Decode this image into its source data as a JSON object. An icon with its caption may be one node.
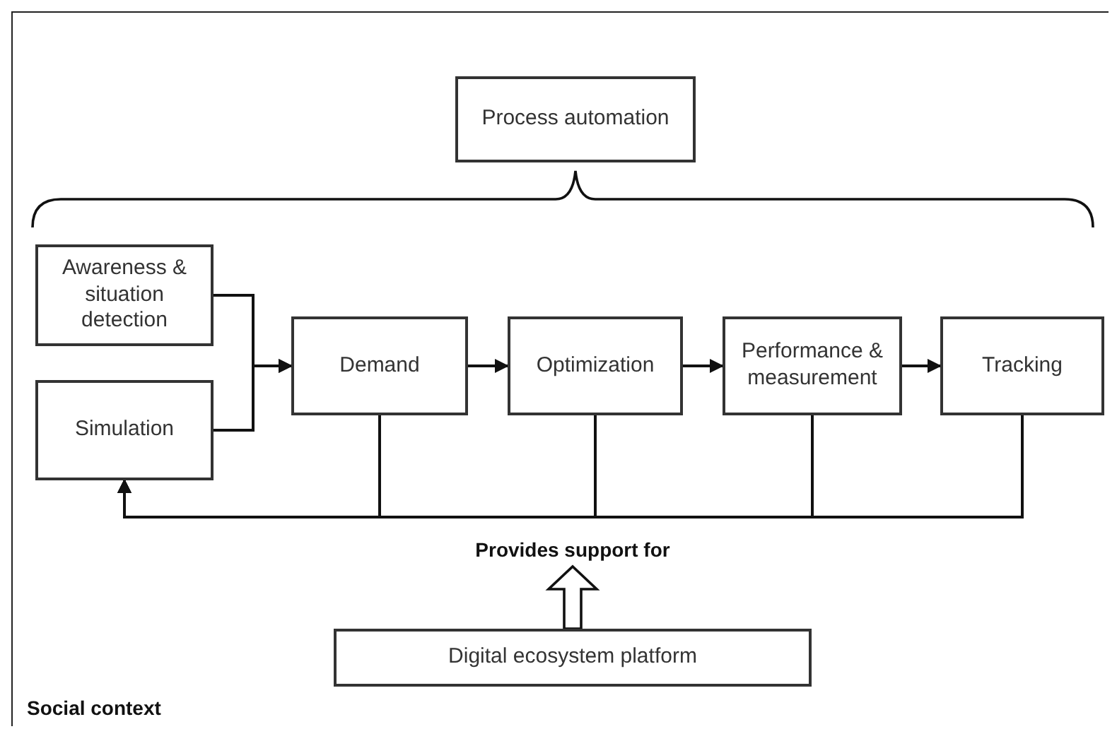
{
  "diagram": {
    "nodes": [
      {
        "text": [
          "Social context"
        ]
      },
      {
        "text": [
          "Process automation"
        ],
        "in": 0
      },
      {
        "text": [
          "Awareness & situation detection"
        ],
        "in": 0
      },
      {
        "text": [
          "Simulation"
        ],
        "in": 0
      },
      {
        "text": [
          "Demand"
        ],
        "in": 0
      },
      {
        "text": [
          "Optimization"
        ],
        "in": 0
      },
      {
        "text": [
          "Performance & measurement"
        ],
        "in": 0
      },
      {
        "text": [
          "Tracking"
        ],
        "in": 0
      },
      {
        "text": [
          "Digital ecosystem platform"
        ],
        "in": 0
      }
    ],
    "edges": [
      {
        "from": 2,
        "to": 4,
        "arrow": "to"
      },
      {
        "from": 3,
        "to": 4,
        "arrow": "to"
      },
      {
        "from": 4,
        "to": 5,
        "arrow": "to"
      },
      {
        "from": 5,
        "to": 6,
        "arrow": "to"
      },
      {
        "from": 6,
        "to": 7,
        "arrow": "to"
      },
      {
        "from": 4,
        "to": 3,
        "arrow": "to"
      },
      {
        "from": 5,
        "to": 3,
        "arrow": "to"
      },
      {
        "from": 6,
        "to": 3,
        "arrow": "to"
      },
      {
        "from": 7,
        "to": 3,
        "arrow": "to"
      },
      {
        "from": 8,
        "to": null,
        "arrow": "to",
        "label": "Provides support for",
        "style": "thick"
      }
    ]
  }
}
